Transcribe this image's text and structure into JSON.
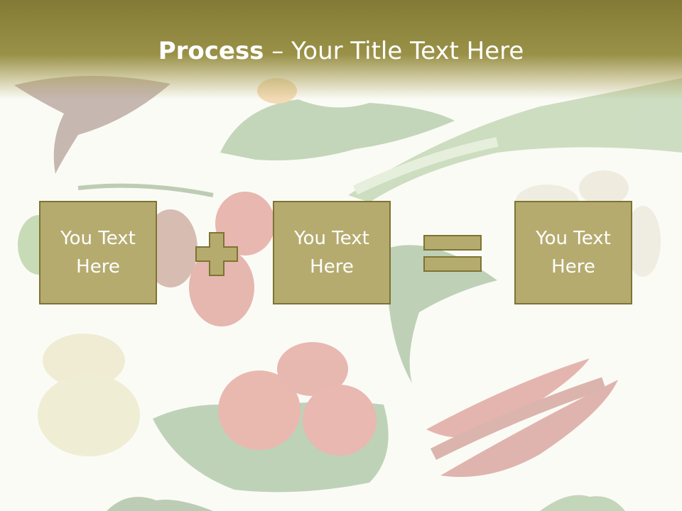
{
  "slide": {
    "title_bold": "Process",
    "title_rest": " – Your Title Text Here"
  },
  "boxes": [
    {
      "line1": "You Text",
      "line2": "Here"
    },
    {
      "line1": "You Text",
      "line2": "Here"
    },
    {
      "line1": "You Text",
      "line2": "Here"
    }
  ],
  "colors": {
    "box_fill": "#b6ab6f",
    "box_border": "#7d7432",
    "title_bar": "#8b8338",
    "title_text": "#ffffff"
  },
  "icons": [
    "plus-icon",
    "equals-icon"
  ]
}
